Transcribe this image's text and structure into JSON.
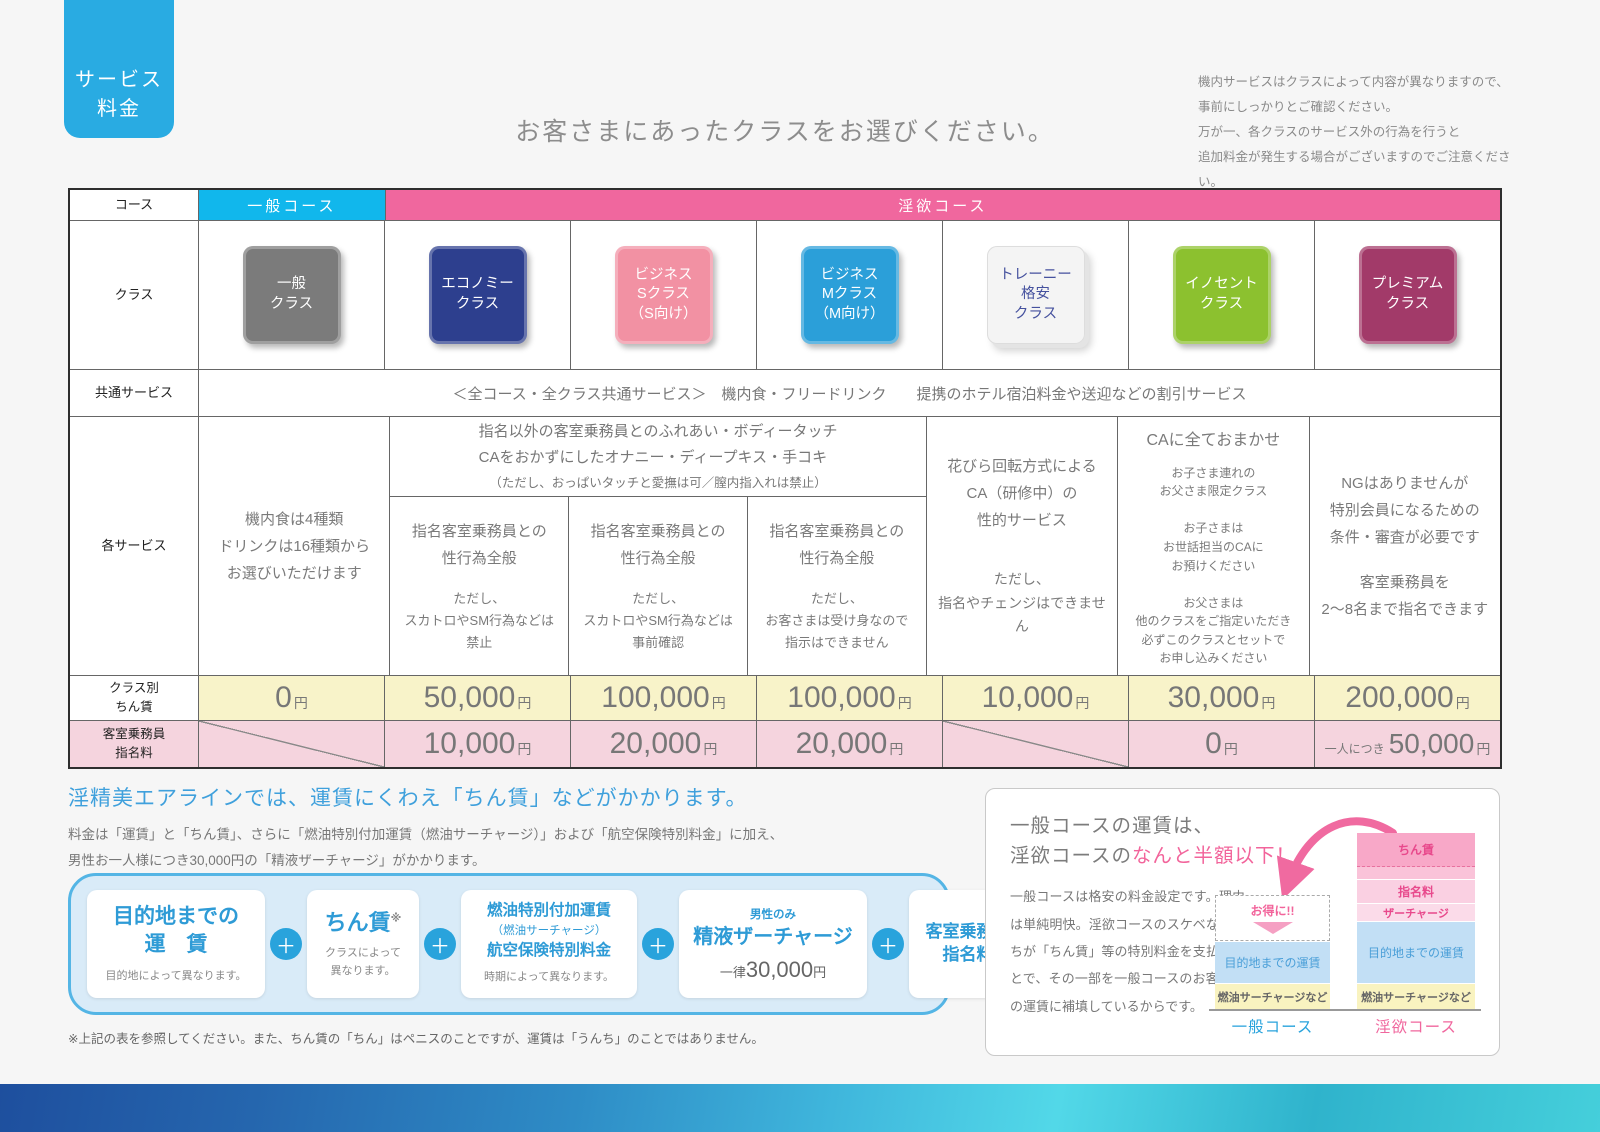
{
  "tab": {
    "label": "サービス\n料金"
  },
  "header": {
    "title": "お客さまにあったクラスをお選びください。",
    "notes": [
      "機内サービスはクラスによって内容が異なりますので、",
      "事前にしっかりとご確認ください。",
      "万が一、各クラスのサービス外の行為を行うと",
      "追加料金が発生する場合がございますのでご注意ください。"
    ]
  },
  "table": {
    "row_labels": {
      "course": "コース",
      "class": "クラス",
      "common": "共通サービス",
      "services": "各サービス",
      "class_fee": "クラス別\nちん賃",
      "nomination_fee": "客室乗務員\n指名料"
    },
    "courses": {
      "general": {
        "label": "一般コース",
        "bg": "#11B7EC"
      },
      "lust": {
        "label": "淫欲コース",
        "bg": "#F0679E"
      }
    },
    "classes": [
      {
        "label": "一般\nクラス",
        "bg": "#7B7B7B",
        "fg": "#ffffff"
      },
      {
        "label": "エコノミー\nクラス",
        "bg": "#2D3F8E",
        "fg": "#ffffff"
      },
      {
        "label": "ビジネス\nSクラス\n（S向け）",
        "bg": "#F291A3",
        "fg": "#ffffff"
      },
      {
        "label": "ビジネス\nMクラス\n（M向け）",
        "bg": "#2B9FD9",
        "fg": "#ffffff"
      },
      {
        "label": "トレーニー\n格安\nクラス",
        "bg": "#F4F4F4",
        "fg": "#45519E"
      },
      {
        "label": "イノセント\nクラス",
        "bg": "#8CC12F",
        "fg": "#ffffff"
      },
      {
        "label": "プレミアム\nクラス",
        "bg": "#A23A69",
        "fg": "#ffffff"
      }
    ],
    "common_service": "＜全コース・全クラス共通サービス＞　機内食・フリードリンク　　提携のホテル宿泊料金や送迎などの割引サービス",
    "services": {
      "general": "機内食は4種類\nドリンクは16種類から\nお選びいただけます",
      "shared_main": "指名以外の客室乗務員とのふれあい・ボディータッチ\nCAをおかずにしたオナニー・ディープキス・手コキ",
      "shared_note": "（ただし、おっぱいタッチと愛撫は可／膣内指入れは禁止）",
      "economy": {
        "main": "指名客室乗務員との\n性行為全般",
        "note": "ただし、\nスカトロやSM行為などは\n禁止"
      },
      "business_s": {
        "main": "指名客室乗務員との\n性行為全般",
        "note": "ただし、\nスカトロやSM行為などは\n事前確認"
      },
      "business_m": {
        "main": "指名客室乗務員との\n性行為全般",
        "note": "ただし、\nお客さまは受け身なので\n指示はできません"
      },
      "trainee": {
        "main": "花びら回転方式による\nCA（研修中）の\n性的サービス",
        "note": "ただし、\n指名やチェンジはできません"
      },
      "innocent": {
        "main": "CAに全ておまかせ",
        "note": "お子さま連れの\nお父さま限定クラス\n\nお子さまは\nお世話担当のCAに\nお預けください\n\nお父さまは\n他のクラスをご指定いただき\n必ずこのクラスとセットで\nお申し込みください"
      },
      "premium": {
        "main": "NGはありませんが\n特別会員になるための\n条件・審査が必要です",
        "note": "客室乗務員を\n2〜8名まで指名できます"
      }
    },
    "yen": "円",
    "class_fee_values": [
      "0",
      "50,000",
      "100,000",
      "100,000",
      "10,000",
      "30,000",
      "200,000"
    ],
    "nomination_values": [
      "",
      "10,000",
      "20,000",
      "20,000",
      "",
      "0",
      "50,000"
    ],
    "nomination_prefix": "一人につき"
  },
  "pricing": {
    "heading": "淫精美エアラインでは、運賃にくわえ「ちん賃」などがかかります。",
    "desc": "料金は「運賃」と「ちん賃」、さらに「燃油特別付加運賃（燃油サーチャージ）」および「航空保険特別料金」に加え、\n男性お一人様につき30,000円の「精液ザーチャージ」がかかります。",
    "plus": "＋",
    "box1": {
      "title": "目的地までの\n運　賃",
      "caption": "目的地によって異なります。"
    },
    "box2": {
      "title": "ちん賃",
      "sup": "※",
      "caption": "クラスによって\n異なります。"
    },
    "box3": {
      "title1": "燃油特別付加運賃",
      "sub": "（燃油サーチャージ）",
      "title2": "航空保険特別料金",
      "caption": "時期によって異なります。"
    },
    "box4": {
      "tag": "男性のみ",
      "title": "精液ザーチャージ",
      "amount_prefix": "一律",
      "amount": "30,000",
      "amount_unit": "円"
    },
    "box5": {
      "title": "客室乗務員\n指名料"
    },
    "footnote": "※上記の表を参照してください。また、ちん賃の「ちん」はペニスのことですが、運賃は「うんち」のことではありません。"
  },
  "promo": {
    "title_line1": "一般コースの運賃は、",
    "title_line2_gray": "淫欲コースの",
    "title_line2_pink": "なんと半額以下！",
    "body": "一般コースは格安の料金設定です。理由は単純明快。淫欲コースのスケベな男たちが「ちん賃」等の特別料金を支払うことで、その一部を一般コースのお客さまの運賃に補填しているからです。",
    "otoku": "お得に!!",
    "arrow_color": "#F06AA0",
    "chart": {
      "general_label": "一般コース",
      "lust_label": "淫欲コース",
      "lust_segments": [
        {
          "label": "ちん賃",
          "bg": "#F8A8C8",
          "fg": "#E8498C"
        },
        {
          "label": "",
          "bg": "#FAC3D9",
          "fg": "#E8498C"
        },
        {
          "label": "指名料",
          "bg": "#FAD0E2",
          "fg": "#E8498C"
        },
        {
          "label": "ザーチャージ",
          "bg": "#FBDBE9",
          "fg": "#E8498C"
        },
        {
          "label": "目的地までの運賃",
          "bg": "#C2DFF5",
          "fg": "#4A9FD8"
        },
        {
          "label": "燃油サーチャージなど",
          "bg": "#F9F3C0",
          "fg": "#666666"
        }
      ],
      "general_segments": [
        {
          "label": "目的地までの運賃",
          "bg": "#C2DFF5",
          "fg": "#4A9FD8"
        },
        {
          "label": "燃油サーチャージなど",
          "bg": "#F9F3C0",
          "fg": "#666666"
        }
      ]
    }
  }
}
